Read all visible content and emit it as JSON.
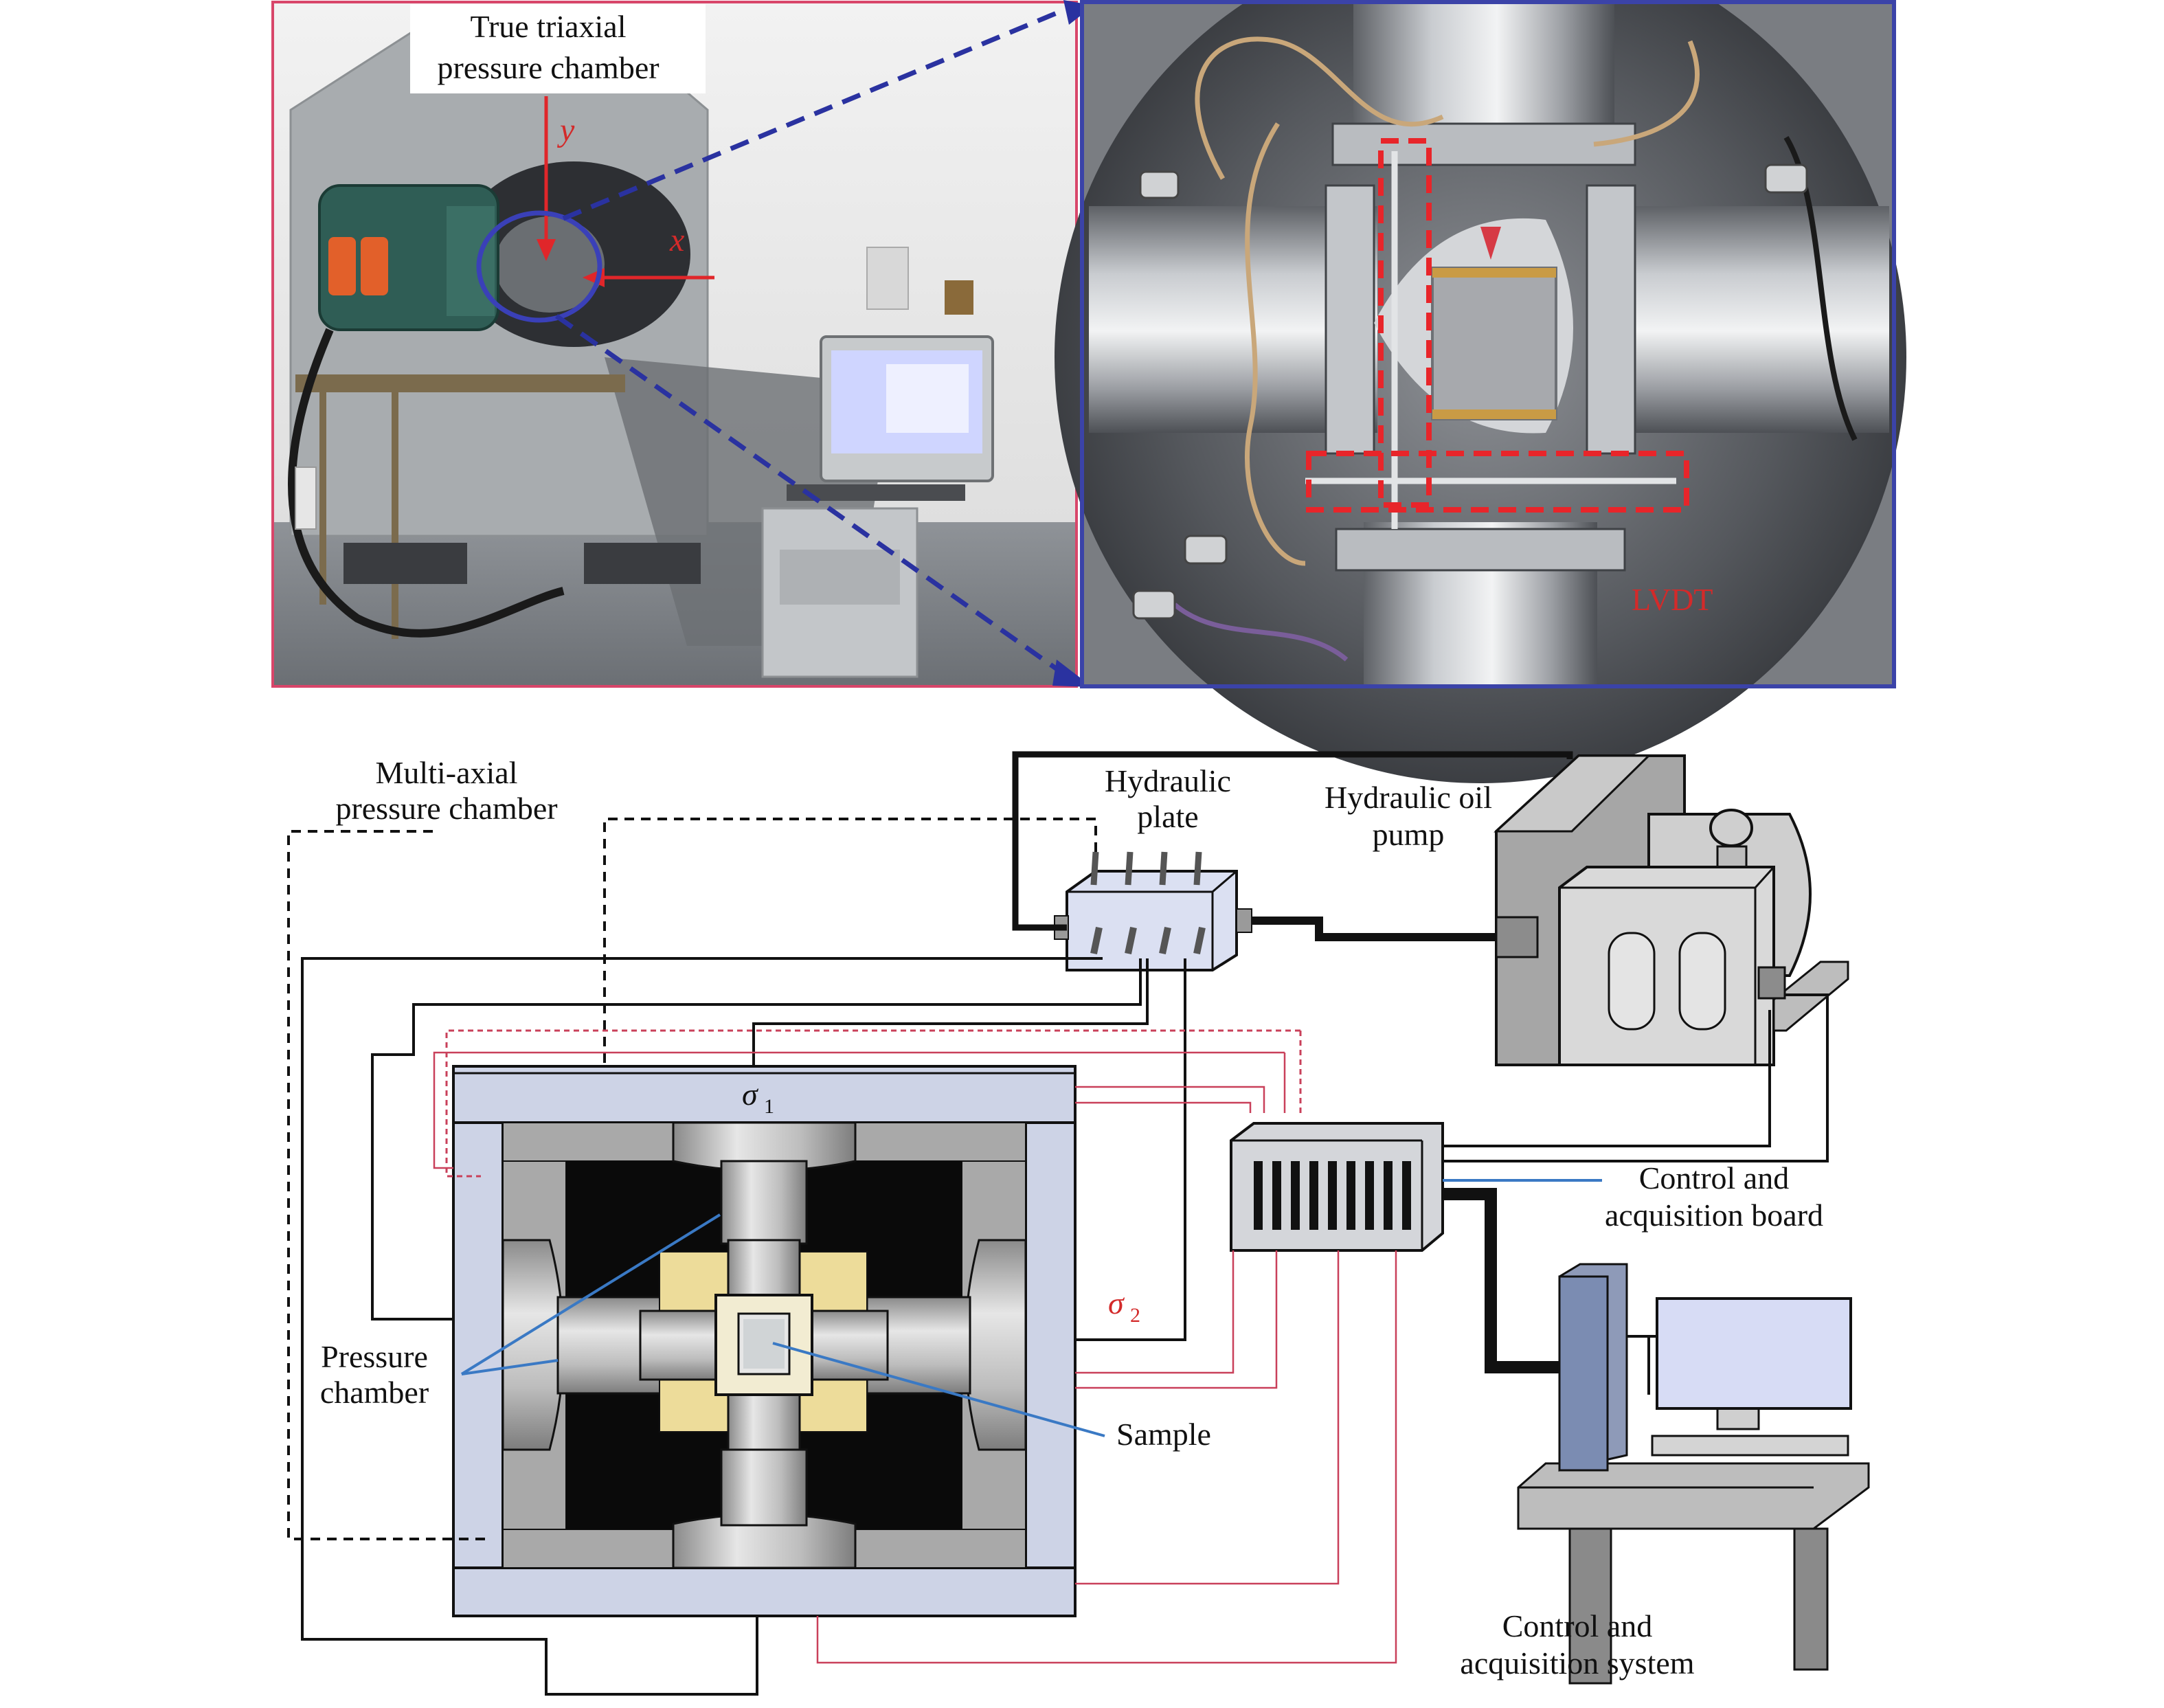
{
  "photo_left": {
    "callout_line1": "True triaxial",
    "callout_line2": "pressure chamber",
    "axis_y": "y",
    "axis_x": "x"
  },
  "photo_right": {
    "lvdt_label": "LVDT"
  },
  "schematic": {
    "multi_axial_line1": "Multi-axial",
    "multi_axial_line2": "pressure chamber",
    "hydraulic_plate_line1": "Hydraulic",
    "hydraulic_plate_line2": "plate",
    "oil_pump_line1": "Hydraulic oil",
    "oil_pump_line2": "pump",
    "sigma1_symbol": "σ",
    "sigma1_sub": "1",
    "sigma2_symbol": "σ",
    "sigma2_sub": "2",
    "pressure_chamber_line1": "Pressure",
    "pressure_chamber_line2": "chamber",
    "sample_label": "Sample",
    "board_line1": "Control and",
    "board_line2": "acquisition board",
    "system_line1": "Control and",
    "system_line2": "acquisition system"
  },
  "colors": {
    "frame_red": "#d8466a",
    "frame_blue": "#3b43a8",
    "zoom_dash": "#2a32a0",
    "arrow_red": "#e0262a",
    "ellipse_blue": "#3a40b8",
    "lvdt_dash": "#e8252a",
    "pipe_black": "#111111",
    "wire_red": "#c9405a",
    "callout_blue": "#3a79c4",
    "chamber_blue": "#cdd3e6",
    "sample_yellow": "#eddc9a"
  }
}
